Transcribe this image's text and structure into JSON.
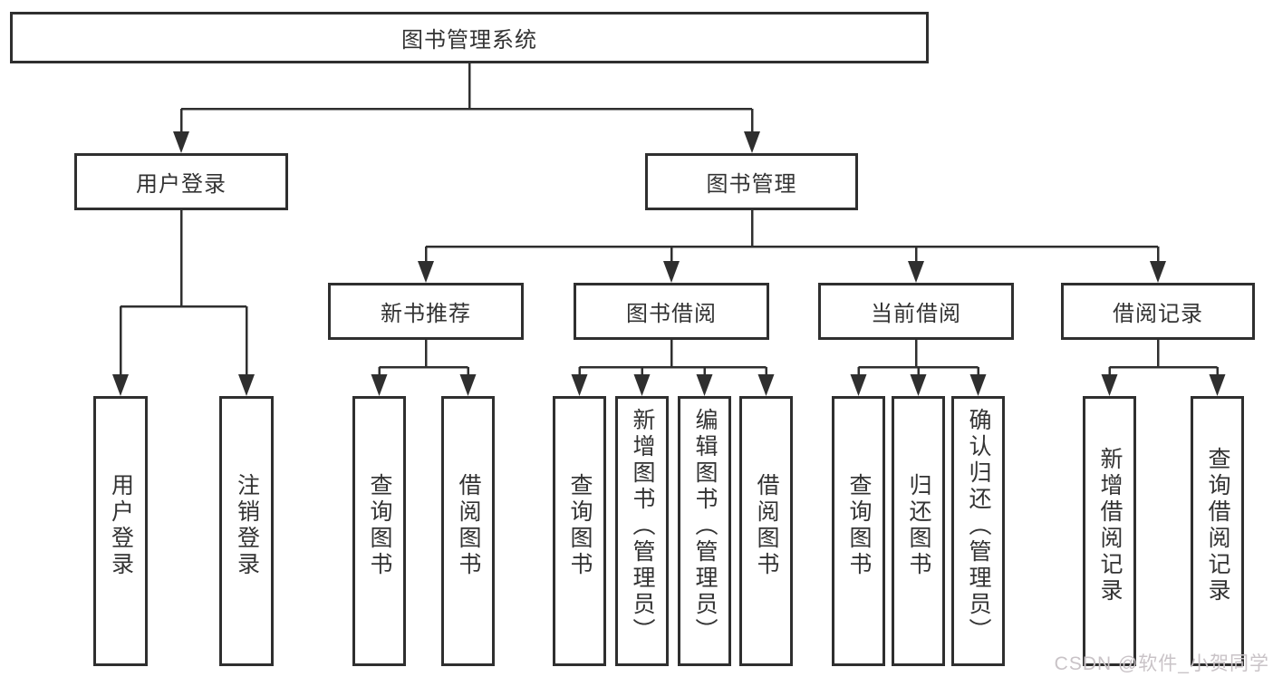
{
  "colors": {
    "line": "#2f2f2f",
    "text": "#333333",
    "background": "#ffffff",
    "watermark": "#c9c3c7"
  },
  "diagram": {
    "tree": {
      "label": "图书管理系统",
      "children": [
        {
          "label": "用户登录",
          "children": [
            {
              "label": "用户登录"
            },
            {
              "label": "注销登录"
            }
          ]
        },
        {
          "label": "图书管理",
          "children": [
            {
              "label": "新书推荐",
              "children": [
                {
                  "label": "查询图书"
                },
                {
                  "label": "借阅图书"
                }
              ]
            },
            {
              "label": "图书借阅",
              "children": [
                {
                  "label": "查询图书"
                },
                {
                  "label": "新增图书（管理员）"
                },
                {
                  "label": "编辑图书（管理员）"
                },
                {
                  "label": "借阅图书"
                }
              ]
            },
            {
              "label": "当前借阅",
              "children": [
                {
                  "label": "查询图书"
                },
                {
                  "label": "归还图书"
                },
                {
                  "label": "确认归还（管理员）"
                }
              ]
            },
            {
              "label": "借阅记录",
              "children": [
                {
                  "label": "新增借阅记录"
                },
                {
                  "label": "查询借阅记录"
                }
              ]
            }
          ]
        }
      ]
    }
  },
  "watermark": {
    "text": "CSDN @软件_小贺同学"
  }
}
